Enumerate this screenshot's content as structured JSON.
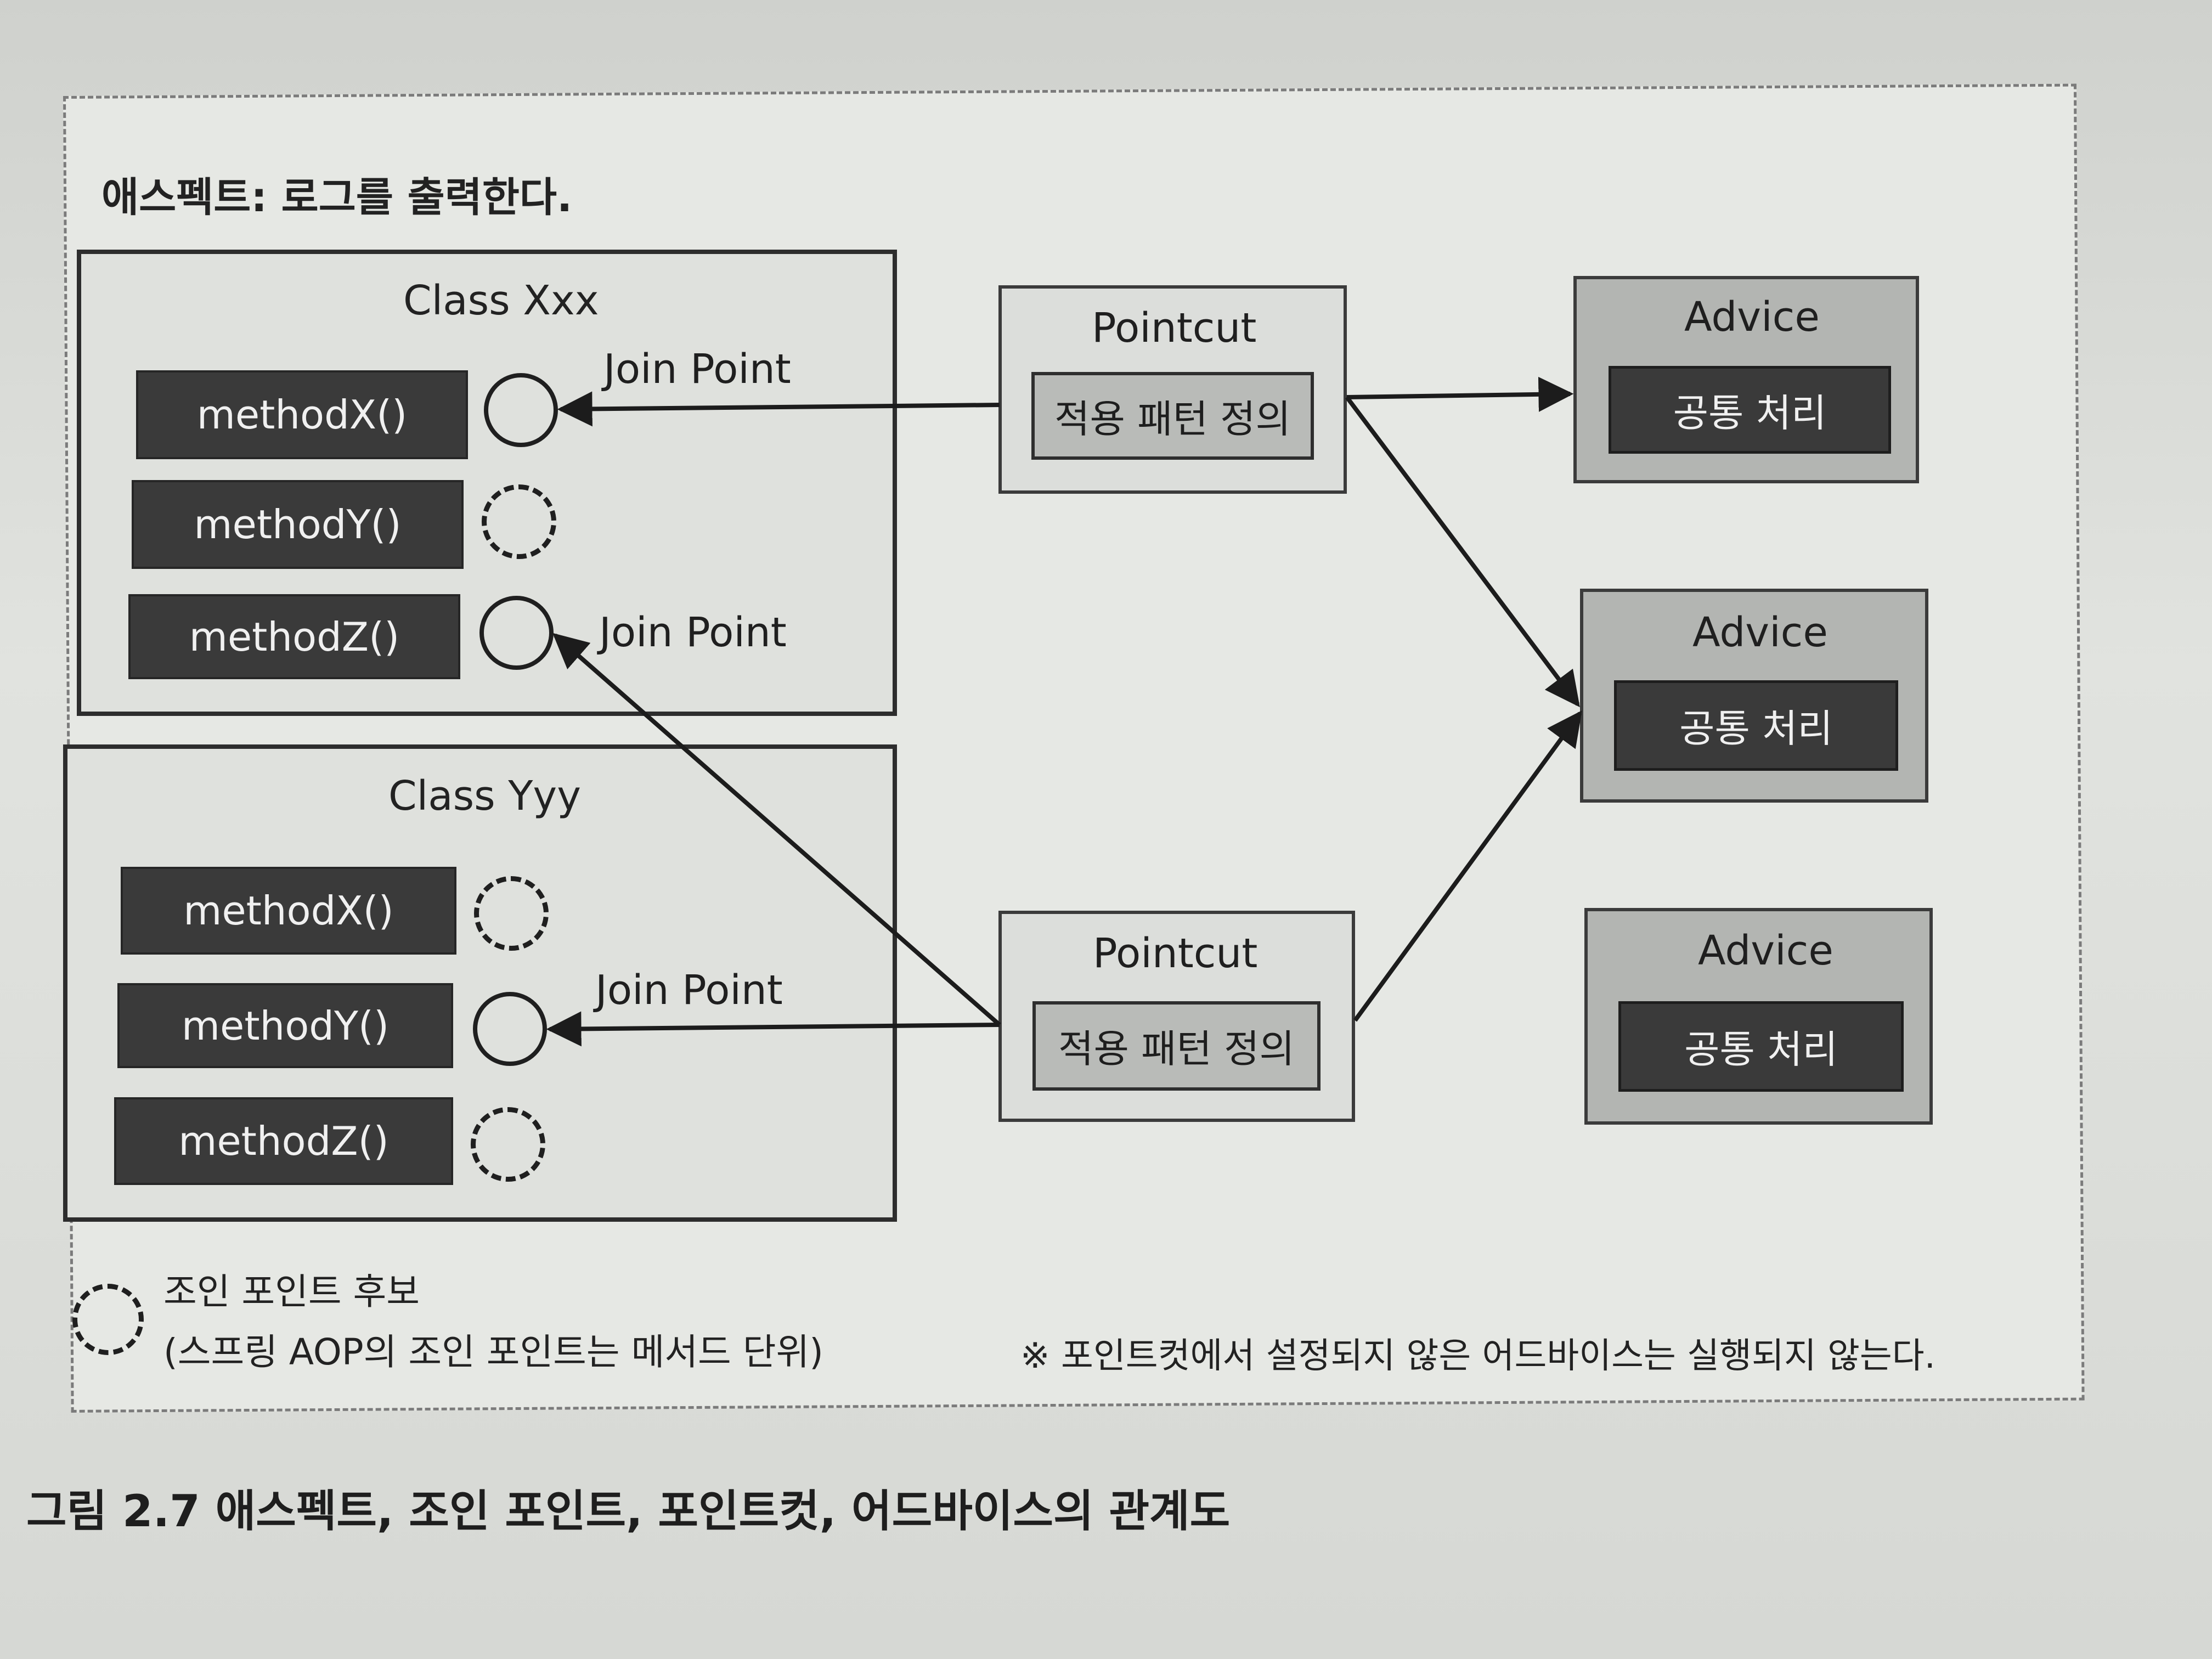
{
  "aspect": {
    "title": "애스펙트: 로그를 출력한다."
  },
  "classes": [
    {
      "title": "Class Xxx",
      "methods": [
        "methodX()",
        "methodY()",
        "methodZ()"
      ]
    },
    {
      "title": "Class Yyy",
      "methods": [
        "methodX()",
        "methodY()",
        "methodZ()"
      ]
    }
  ],
  "join_point_label": "Join Point",
  "pointcuts": [
    {
      "title": "Pointcut",
      "inner": "적용 패턴 정의"
    },
    {
      "title": "Pointcut",
      "inner": "적용 패턴 정의"
    }
  ],
  "advices": [
    {
      "title": "Advice",
      "inner": "공통 처리"
    },
    {
      "title": "Advice",
      "inner": "공통 처리"
    },
    {
      "title": "Advice",
      "inner": "공통 처리"
    }
  ],
  "legend": {
    "line1": "조인 포인트 후보",
    "line2": "(스프링 AOP의 조인 포인트는 메서드 단위)"
  },
  "note": "※ 포인트컷에서 설정되지 않은 어드바이스는 실행되지 않는다.",
  "caption": "그림 2.7 애스펙트, 조인 포인트, 포인트컷, 어드바이스의 관계도"
}
